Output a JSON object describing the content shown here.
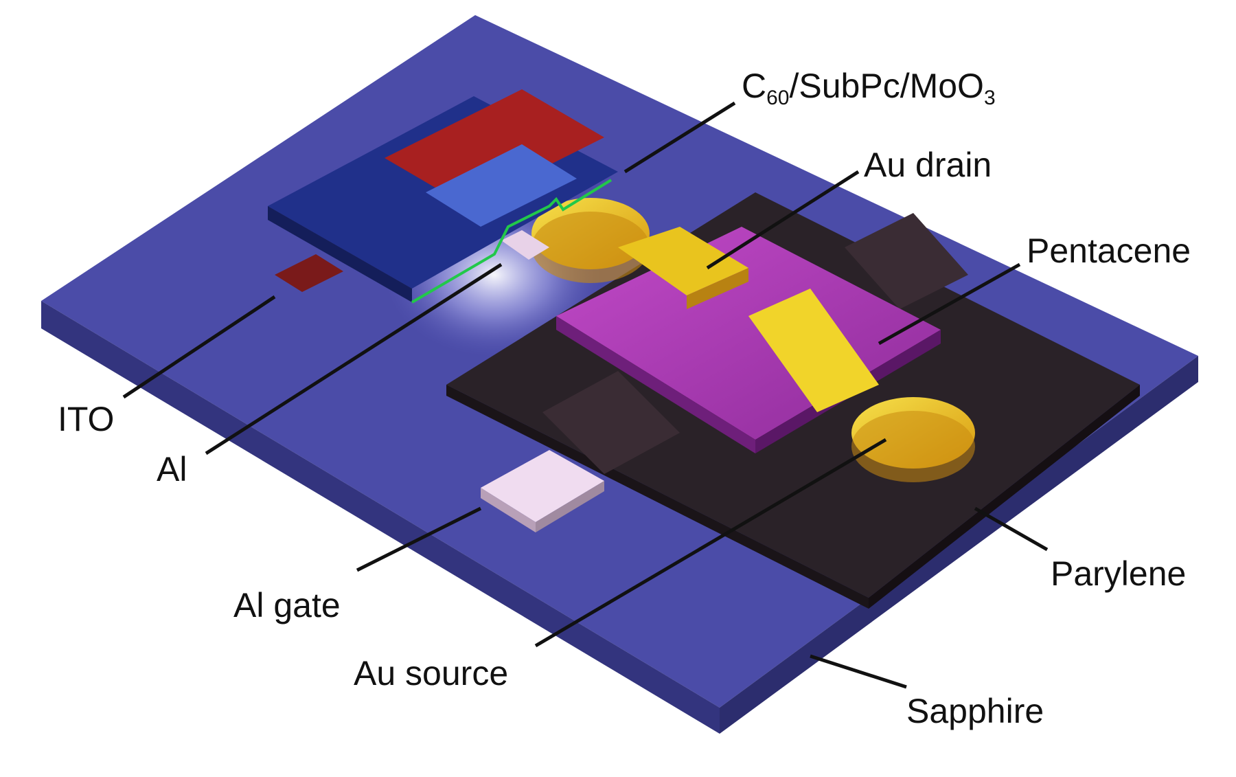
{
  "figure": {
    "labels": {
      "top_layers": {
        "base": "C",
        "sub1": "60",
        "mid": "/SubPc/MoO",
        "sub2": "3"
      },
      "au_drain": "Au drain",
      "pentacene": "Pentacene",
      "ito": "ITO",
      "al": "Al",
      "al_gate": "Al gate",
      "au_source": "Au source",
      "parylene": "Parylene",
      "sapphire": "Sapphire"
    },
    "colors": {
      "substrate_top": "#4b4ca8",
      "substrate_side": "#3a3b8a",
      "parylene": "#2a2228",
      "pentacene": "#b43ab4",
      "gold": "#e8c21a",
      "ito_red": "#9a2020",
      "ito_blue": "#20308a",
      "al": "#e8d2e8",
      "green_outline": "#22c84a",
      "leader": "#111111"
    }
  }
}
